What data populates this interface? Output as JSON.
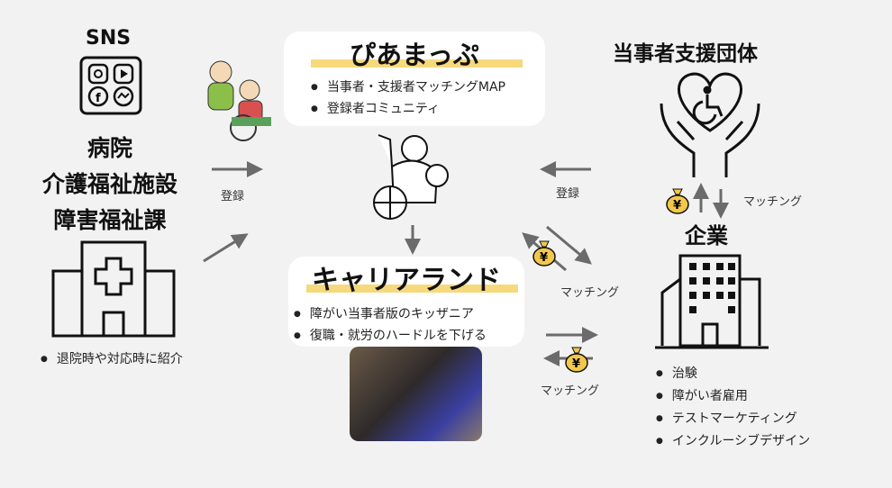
{
  "left": {
    "sns_title": "SNS",
    "institutions": [
      "病院",
      "介護福祉施設",
      "障害福祉課"
    ],
    "bullet": "退院時や対応時に紹介",
    "register_label": "登録"
  },
  "piamap": {
    "title": "ぴあまっぷ",
    "bullets": [
      "当事者・支援者マッチングMAP",
      "登録者コミュニティ"
    ]
  },
  "careerland": {
    "title": "キャリアランド",
    "bullets": [
      "障がい当事者版のキッザニア",
      "復職・就労のハードルを下げる"
    ]
  },
  "right": {
    "support_title": "当事者支援団体",
    "register_label": "登録",
    "matching_label": "マッチング",
    "company_title": "企業",
    "company_bullets": [
      "治験",
      "障がい者雇用",
      "テストマーケティング",
      "インクルーシブデザイン"
    ]
  },
  "middle": {
    "matching_label_1": "マッチング",
    "matching_label_2": "マッチング"
  },
  "colors": {
    "highlight": "#f6d97c",
    "background": "#f2f2f2",
    "arrow": "#6b6b6b"
  }
}
